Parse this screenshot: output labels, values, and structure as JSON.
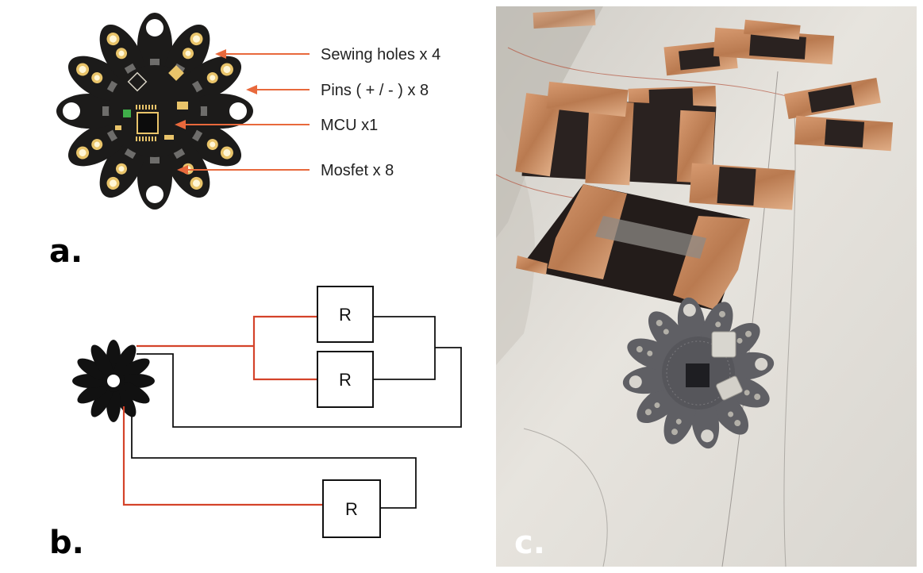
{
  "panel_a": {
    "label": "a.",
    "callouts": [
      "Sewing holes x 4",
      "Pins ( + / - ) x 8",
      "MCU x1",
      "Mosfet x 8"
    ]
  },
  "panel_b": {
    "label": "b.",
    "resistor_label": "R"
  },
  "panel_c": {
    "label": "c."
  },
  "colors": {
    "pcb_black": "#1c1b1a",
    "pad_gold": "#e9c46a",
    "callout_orange": "#e8693c",
    "wire_red": "#d4432a",
    "copper": "#c98a5e",
    "fabric": "#e4e1db",
    "board_gray": "#5f5f64"
  }
}
